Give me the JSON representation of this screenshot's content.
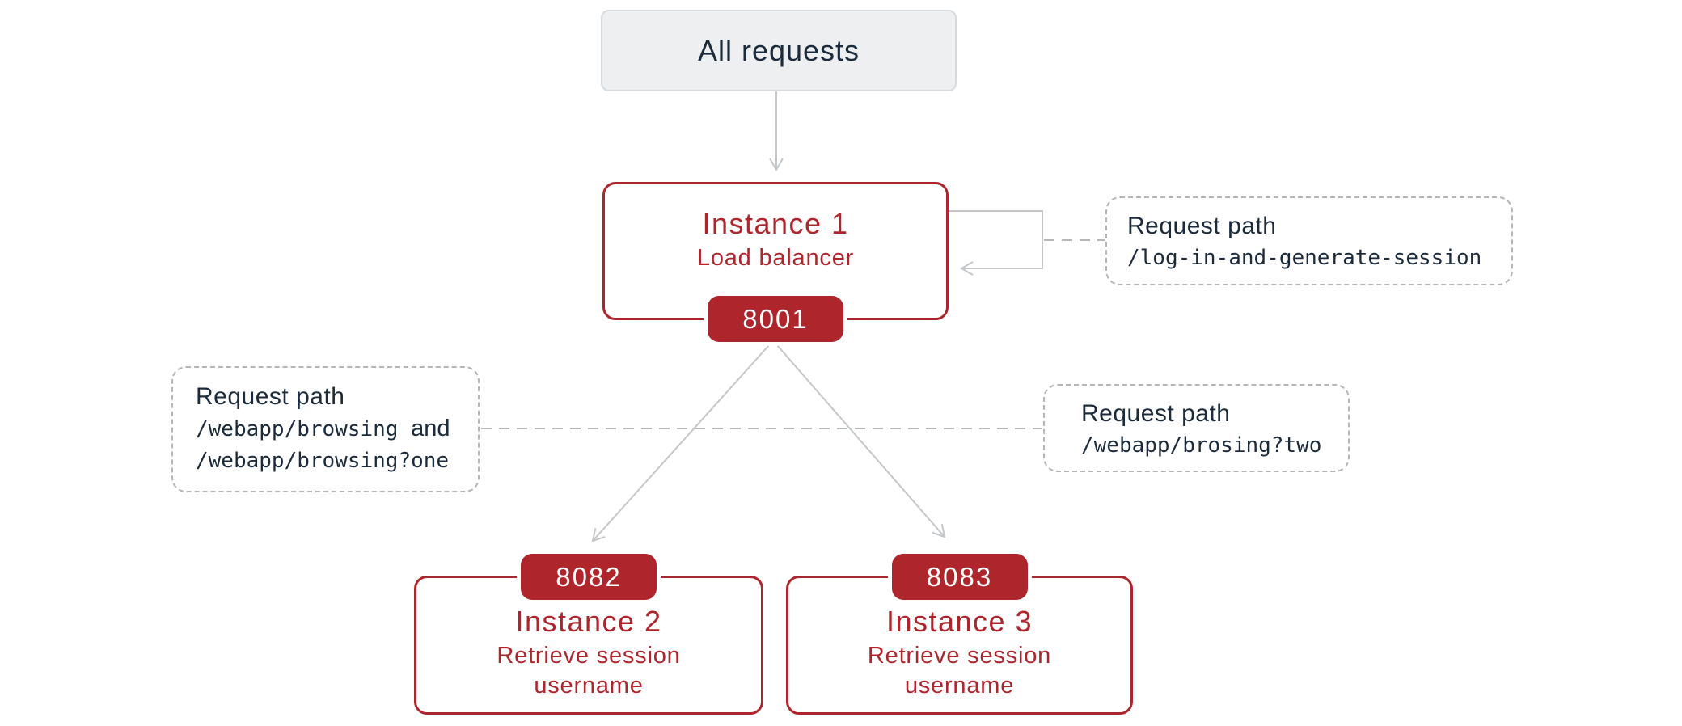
{
  "colors": {
    "red": "#ae262c",
    "navy": "#1b2b3c",
    "wire": "#c4c7c9",
    "dash": "#b3b7ba",
    "graybg": "#edeff1",
    "grayborder": "#d7dadc"
  },
  "nodes": {
    "all_requests": {
      "label": "All requests"
    },
    "instance1": {
      "title": "Instance 1",
      "subtitle": "Load balancer",
      "port": "8001"
    },
    "instance2": {
      "title": "Instance 2",
      "subtitle": "Retrieve session\nusername",
      "port": "8082"
    },
    "instance3": {
      "title": "Instance 3",
      "subtitle": "Retrieve session\nusername",
      "port": "8083"
    }
  },
  "annotations": {
    "login": {
      "title": "Request path",
      "path": "/log-in-and-generate-session"
    },
    "browsing": {
      "title": "Request path",
      "path1": "/webapp/browsing",
      "conj": "and",
      "path2": "/webapp/browsing?one"
    },
    "two": {
      "title": "Request path",
      "path": "/webapp/brosing?two"
    }
  }
}
